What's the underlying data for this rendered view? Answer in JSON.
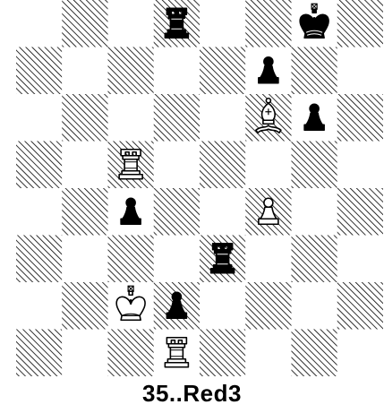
{
  "caption": "35..Red3",
  "board": {
    "files": [
      "a",
      "b",
      "c",
      "d",
      "e",
      "f",
      "g",
      "h"
    ],
    "ranks": [
      8,
      7,
      6,
      5,
      4,
      3,
      2,
      1
    ],
    "pieces": [
      {
        "square": "d8",
        "color": "black",
        "type": "rook"
      },
      {
        "square": "g8",
        "color": "black",
        "type": "king"
      },
      {
        "square": "f7",
        "color": "black",
        "type": "pawn"
      },
      {
        "square": "f6",
        "color": "white",
        "type": "bishop"
      },
      {
        "square": "g6",
        "color": "black",
        "type": "pawn"
      },
      {
        "square": "c5",
        "color": "white",
        "type": "rook"
      },
      {
        "square": "c4",
        "color": "black",
        "type": "pawn"
      },
      {
        "square": "f4",
        "color": "white",
        "type": "pawn"
      },
      {
        "square": "e3",
        "color": "black",
        "type": "rook"
      },
      {
        "square": "c2",
        "color": "white",
        "type": "king"
      },
      {
        "square": "d2",
        "color": "black",
        "type": "pawn"
      },
      {
        "square": "d1",
        "color": "white",
        "type": "rook"
      }
    ]
  }
}
